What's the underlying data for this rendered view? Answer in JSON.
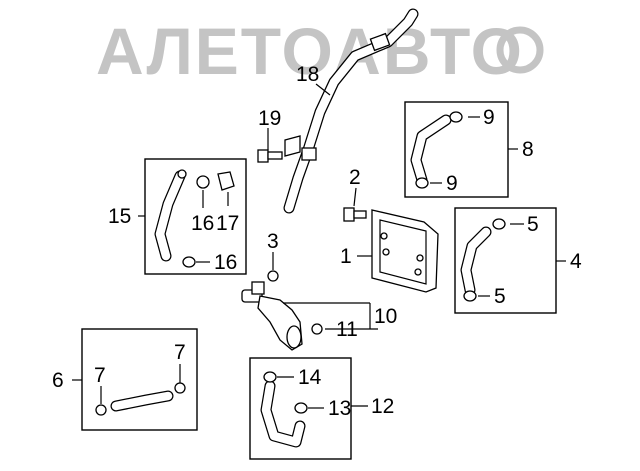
{
  "watermark": {
    "text": "АЛЕТОАВТО"
  },
  "callouts": {
    "c1": "1",
    "c2": "2",
    "c3": "3",
    "c4": "4",
    "c5a": "5",
    "c5b": "5",
    "c6": "6",
    "c7a": "7",
    "c7b": "7",
    "c8": "8",
    "c9a": "9",
    "c9b": "9",
    "c10": "10",
    "c11": "11",
    "c12": "12",
    "c13": "13",
    "c14": "14",
    "c15": "15",
    "c16a": "16",
    "c16b": "16",
    "c17": "17",
    "c18": "18",
    "c19": "19"
  }
}
